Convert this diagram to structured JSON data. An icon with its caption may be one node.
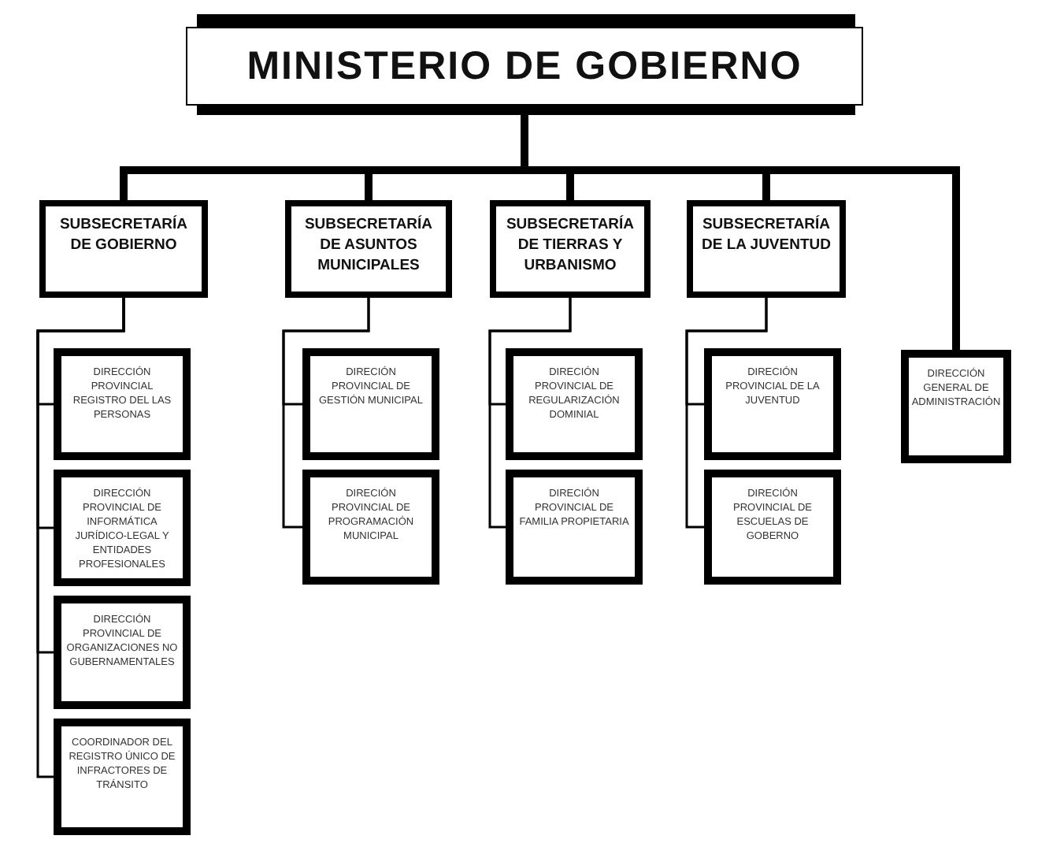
{
  "diagram": {
    "nodes": [
      {
        "text": [
          "MINISTERIO DE GOBIERNO"
        ]
      },
      {
        "text": [
          "SUBSECRETARÍA DE GOBIERNO"
        ]
      },
      {
        "text": [
          "SUBSECRETARÍA DE ASUNTOS MUNICIPALES"
        ]
      },
      {
        "text": [
          "SUBSECRETARÍA DE TIERRAS Y URBANISMO"
        ]
      },
      {
        "text": [
          "SUBSECRETARÍA DE LA JUVENTUD"
        ]
      },
      {
        "text": [
          "DIRECCIÓN GENERAL DE ADMINISTRACIÓN"
        ]
      },
      {
        "text": [
          "DIRECCIÓN PROVINCIAL REGISTRO DEL LAS PERSONAS"
        ]
      },
      {
        "text": [
          "DIRECCIÓN PROVINCIAL DE INFORMÁTICA JURÍDICO-LEGAL Y ENTIDADES PROFESIONALES"
        ]
      },
      {
        "text": [
          "DIRECCIÓN PROVINCIAL DE ORGANIZACIONES NO GUBERNAMENTALES"
        ]
      },
      {
        "text": [
          "COORDINADOR DEL REGISTRO ÚNICO DE INFRACTORES DE TRÁNSITO"
        ]
      },
      {
        "text": [
          "DIRECIÓN PROVINCIAL DE GESTIÓN MUNICIPAL"
        ]
      },
      {
        "text": [
          "DIRECIÓN PROVINCIAL DE PROGRAMACIÓN MUNICIPAL"
        ]
      },
      {
        "text": [
          "DIRECIÓN PROVINCIAL DE REGULARIZACIÓN DOMINIAL"
        ]
      },
      {
        "text": [
          "DIRECIÓN PROVINCIAL DE FAMILIA PROPIETARIA"
        ]
      },
      {
        "text": [
          "DIRECIÓN PROVINCIAL DE LA JUVENTUD"
        ]
      },
      {
        "text": [
          "DIRECIÓN PROVINCIAL DE ESCUELAS DE GOBERNO"
        ]
      }
    ],
    "edges": [
      {
        "from": 0,
        "to": 1,
        "arrow": "none",
        "style": "thick"
      },
      {
        "from": 0,
        "to": 2,
        "arrow": "none",
        "style": "thick"
      },
      {
        "from": 0,
        "to": 3,
        "arrow": "none",
        "style": "thick"
      },
      {
        "from": 0,
        "to": 4,
        "arrow": "none",
        "style": "thick"
      },
      {
        "from": 0,
        "to": 5,
        "arrow": "none",
        "style": "thick"
      },
      {
        "from": 1,
        "to": 6,
        "arrow": "none"
      },
      {
        "from": 1,
        "to": 7,
        "arrow": "none"
      },
      {
        "from": 1,
        "to": 8,
        "arrow": "none"
      },
      {
        "from": 1,
        "to": 9,
        "arrow": "none"
      },
      {
        "from": 2,
        "to": 10,
        "arrow": "none"
      },
      {
        "from": 2,
        "to": 11,
        "arrow": "none"
      },
      {
        "from": 3,
        "to": 12,
        "arrow": "none"
      },
      {
        "from": 3,
        "to": 13,
        "arrow": "none"
      },
      {
        "from": 4,
        "to": 14,
        "arrow": "none"
      },
      {
        "from": 4,
        "to": 15,
        "arrow": "none"
      }
    ]
  }
}
